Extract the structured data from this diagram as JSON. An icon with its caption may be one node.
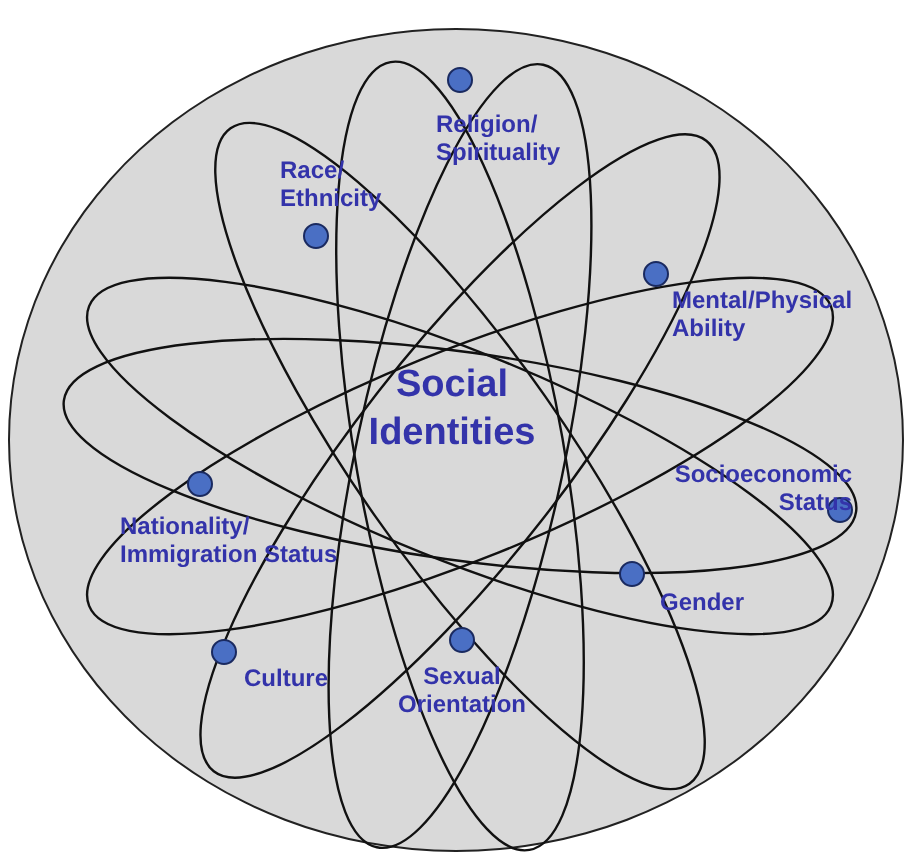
{
  "diagram": {
    "nodes": [
      {
        "text": [
          "Social Identities"
        ]
      }
    ],
    "labels": [
      "Religion/ Spirituality",
      "Race/ Ethnicity",
      "Mental/Physical Ability",
      "Socioeconomic Status",
      "Nationality/ Immigration Status",
      "Gender",
      "Culture",
      "Sexual Orientation"
    ]
  }
}
